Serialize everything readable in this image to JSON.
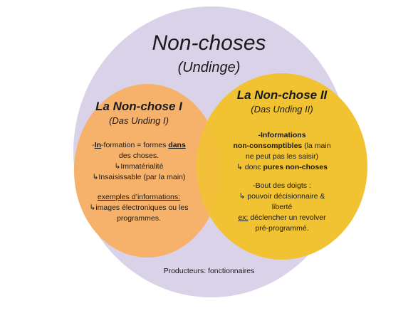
{
  "title": "Non-choses",
  "subtitle": "(Undinge)",
  "left": {
    "title": "La Non-chose I",
    "subtitle": "(Das Unding I)",
    "line1_prefix": "-",
    "line1_underlined": "In",
    "line1_mid": "-formation = formes ",
    "line1_bold": "dans",
    "line2": "des choses.",
    "line3": "↳Immatérialité",
    "line4": "↳Insaisissable (par la main)",
    "examples_label": "exemples d’informations:",
    "examples_line1": "↳images électroniques ou les",
    "examples_line2": "programmes."
  },
  "right": {
    "title": "La Non-chose II",
    "subtitle": "(Das Unding II)",
    "line1": "-Informations",
    "line2_bold": "non-consomptibles",
    "line2_rest": " (la main",
    "line3": "ne peut pas les saisir)",
    "line4_prefix": "↳ donc ",
    "line4_bold": "pures non-choses",
    "line5": "-Bout des doigts :",
    "line6": "↳ pouvoir décisionnaire &",
    "line7": "liberté",
    "line8_label": "ex:",
    "line8_rest": " déclencher un revolver",
    "line9": "pré-programmé."
  },
  "footer": "Producteurs: fonctionnaires",
  "colors": {
    "outer": "#d9d2e9",
    "left": "#f6b26b",
    "right": "#f1c232"
  }
}
